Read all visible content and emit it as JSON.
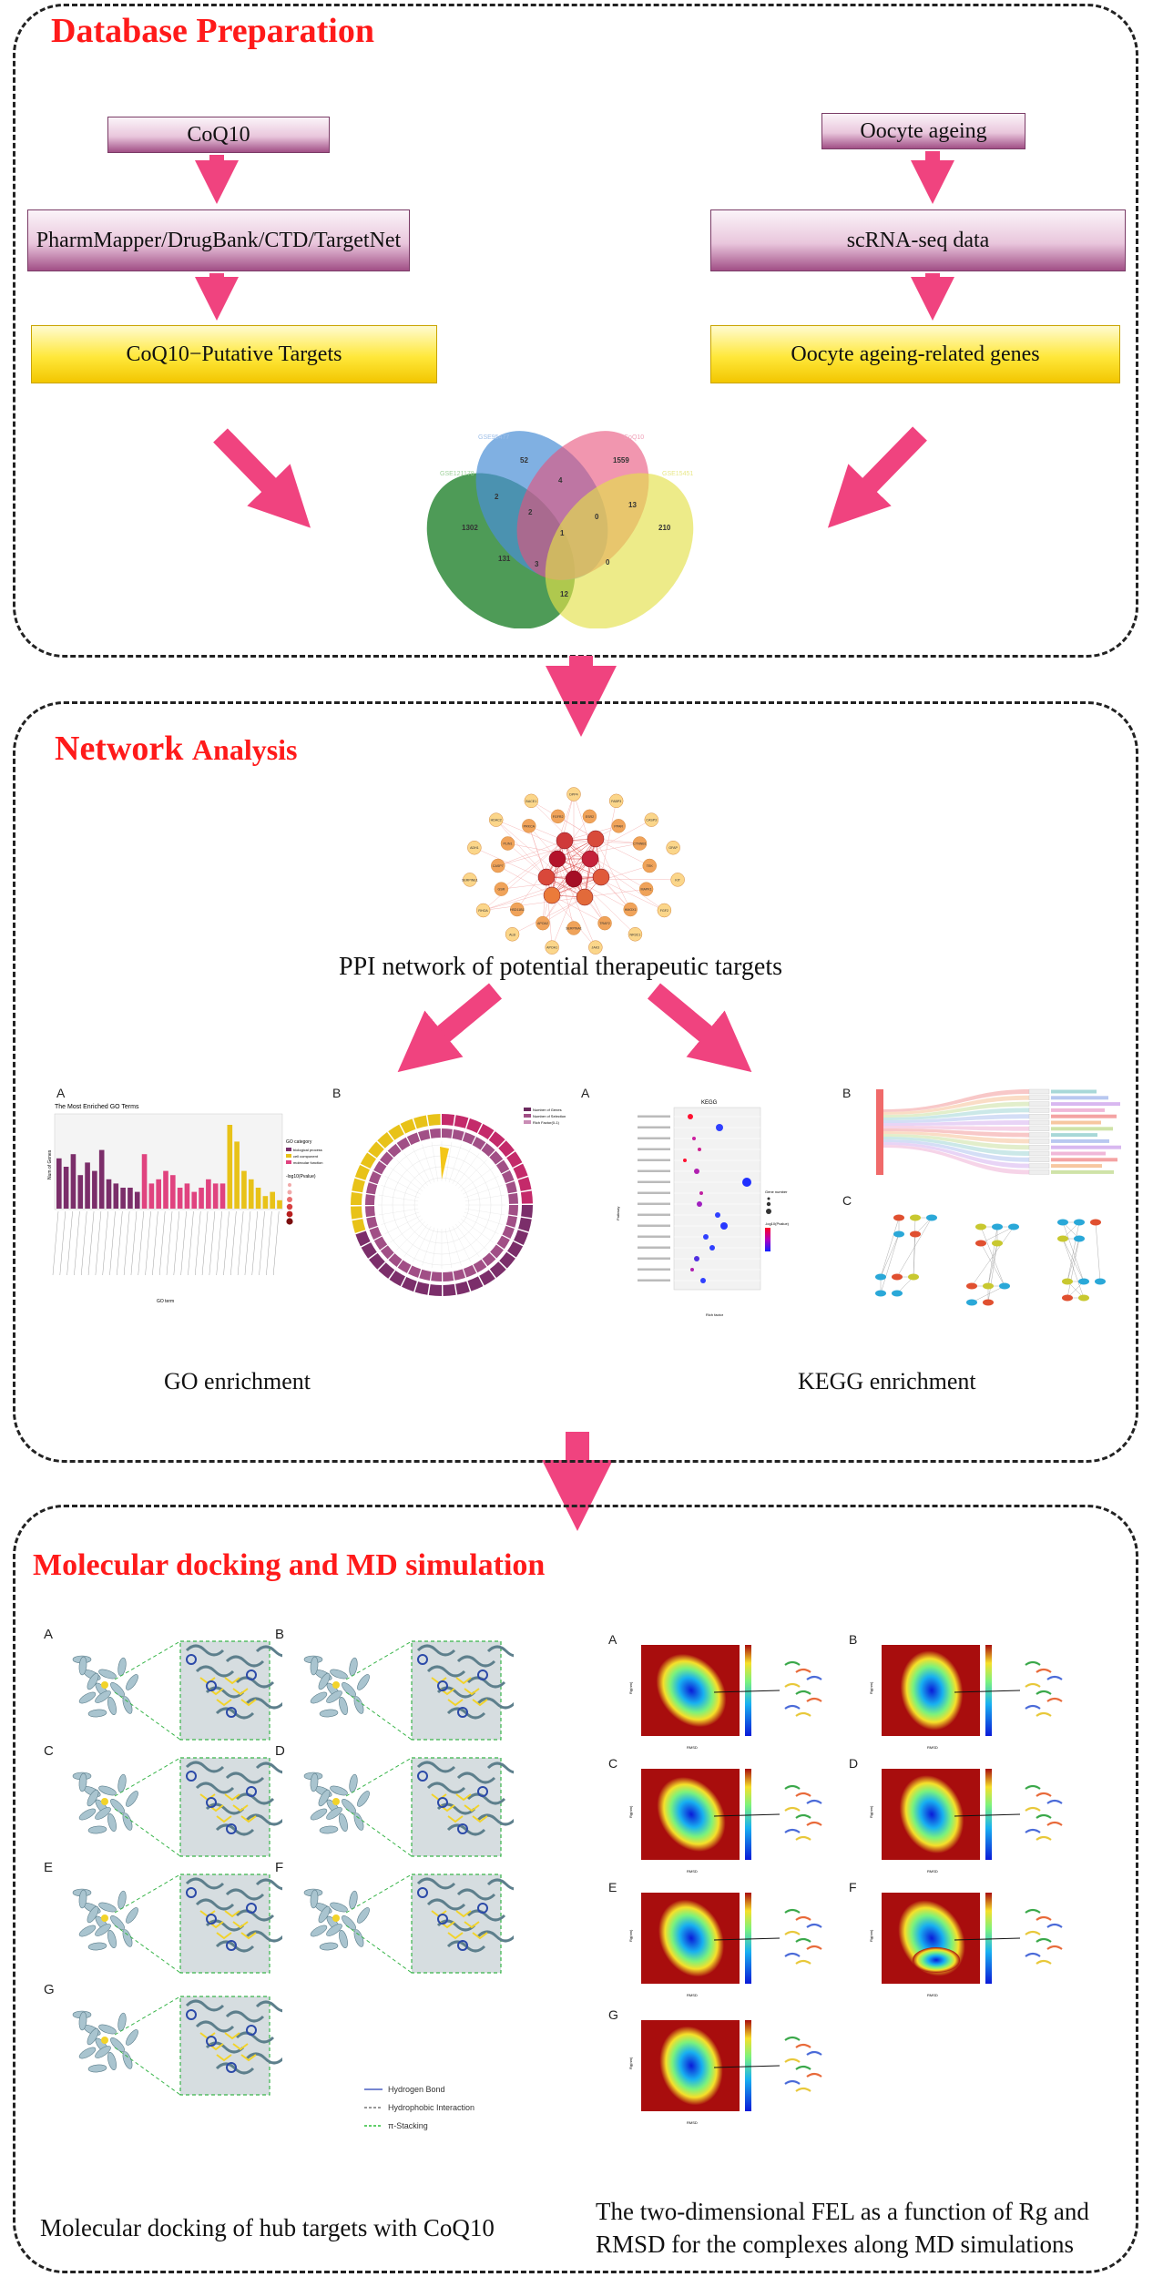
{
  "sections": {
    "database": {
      "title": "Database Preparation"
    },
    "network": {
      "title_main": "Network ",
      "title_small": "Analysis"
    },
    "docking": {
      "title": "Molecular docking and MD simulation"
    }
  },
  "flow": {
    "left": {
      "box1": "CoQ10",
      "box2": "PharmMapper/DrugBank/CTD/TargetNet",
      "box3": "CoQ10−Putative Targets"
    },
    "right": {
      "box1": "Oocyte ageing",
      "box2": "scRNA-seq data",
      "box3": "Oocyte ageing-related genes"
    }
  },
  "venn": {
    "set_labels": [
      "GSE121178",
      "GSE95477",
      "CoQ10",
      "GSE15451"
    ],
    "numbers": [
      "52",
      "4",
      "1559",
      "2",
      "2",
      "13",
      "1302",
      "1",
      "0",
      "210",
      "131",
      "3",
      "0",
      "12"
    ]
  },
  "ppi": {
    "caption": "PPI network of potential therapeutic targets",
    "nodes": [
      "DPP4",
      "ESR2",
      "FABP3",
      "PPAR",
      "CASP3",
      "CTNNB1",
      "GFAP",
      "TEK",
      "KIT",
      "MAPK1",
      "FGF2",
      "HMOX1",
      "NR3C1",
      "TRAF2",
      "JAK3",
      "SERPINA1",
      "APOA1",
      "APOA2",
      "ALB",
      "HSD11B1",
      "RHOA",
      "GSR",
      "SERPINE1",
      "CASP7",
      "ADH1",
      "PLIN1",
      "HDAC2",
      "PRKCA",
      "BACE1",
      "FGFR2"
    ]
  },
  "go": {
    "caption": "GO enrichment",
    "panel_a": "A",
    "panel_b": "B",
    "chart_title": "The Most Enriched GO Terms",
    "legend_title": "GO category",
    "legend_items": [
      "biological process",
      "cell component",
      "molecular function"
    ],
    "size_legend_title": "-log10(Pvalue)",
    "xaxis": "GO term",
    "yaxis": "Num of Genes",
    "circ_legend": [
      "Number of Genes",
      "Number of Selection",
      "Rich Factor(0-1)"
    ]
  },
  "kegg": {
    "caption": "KEGG enrichment",
    "panel_a": "A",
    "panel_b": "B",
    "panel_c": "C",
    "chart_title": "KEGG",
    "xaxis": "Rich factor",
    "yaxis": "Pathway",
    "legend_count": "Gene number",
    "legend_p": "-log10(Pvalue)"
  },
  "docking": {
    "caption": "Molecular docking of  hub targets with CoQ10",
    "panels": [
      "A",
      "B",
      "C",
      "D",
      "E",
      "F",
      "G"
    ],
    "legend": [
      "Hydrogen Bond",
      "Hydrophobic Interaction",
      "π-Stacking"
    ]
  },
  "fel": {
    "caption_line1": "The two-dimensional FEL as a function of Rg and",
    "caption_line2": "RMSD for the complexes along MD simulations",
    "panels": [
      "A",
      "B",
      "C",
      "D",
      "E",
      "F",
      "G"
    ],
    "xaxis": "RMSD",
    "yaxis": "Rg(nm)"
  },
  "colors": {
    "title_red": "#ff1a1a",
    "arrow_pink": "#f0437f",
    "box_purple": "#a14f86",
    "box_yellow": "#ffe83a"
  }
}
